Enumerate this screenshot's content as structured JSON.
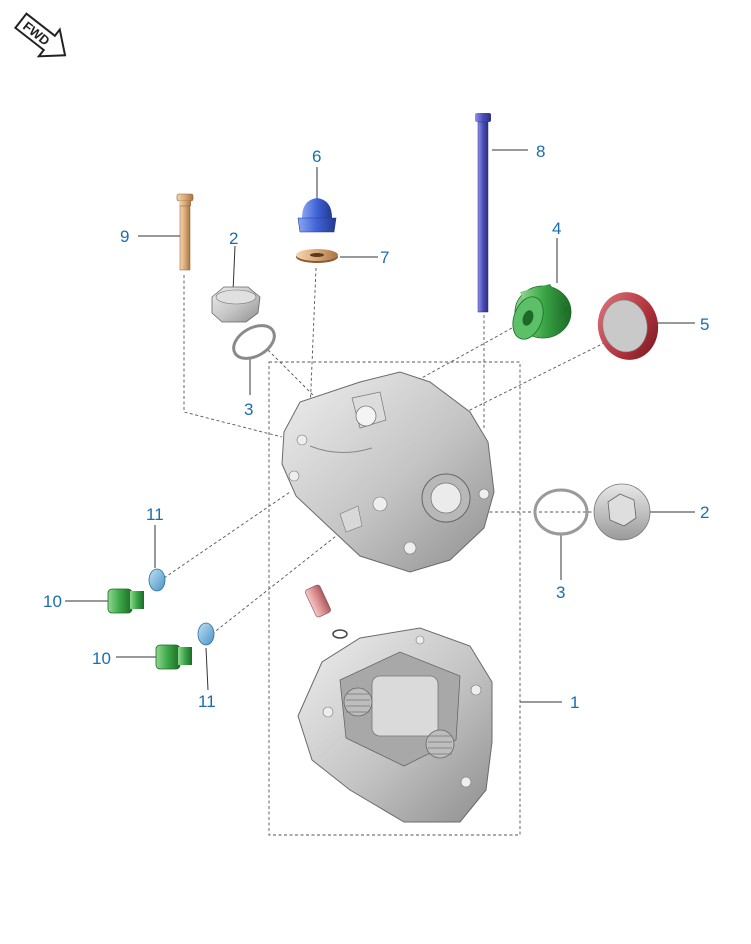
{
  "fwd_badge": {
    "label": "FWD"
  },
  "callouts": {
    "c1": "1",
    "c2a": "2",
    "c2b": "2",
    "c3a": "3",
    "c3b": "3",
    "c4": "4",
    "c5": "5",
    "c6": "6",
    "c7": "7",
    "c8": "8",
    "c9": "9",
    "c10a": "10",
    "c10b": "10",
    "c11a": "11",
    "c11b": "11"
  },
  "colors": {
    "callout": "#1a6eb0",
    "bolt_copper": "#d9a978",
    "stud_blue": "#4a4db8",
    "cap_blue": "#3f62d6",
    "bolt_green": "#2e9b3a",
    "filter_green": "#3aa646",
    "cap_red": "#b0303a",
    "washer_blue": "#5aa6d6",
    "casting_grey": "#c9c9c9"
  }
}
